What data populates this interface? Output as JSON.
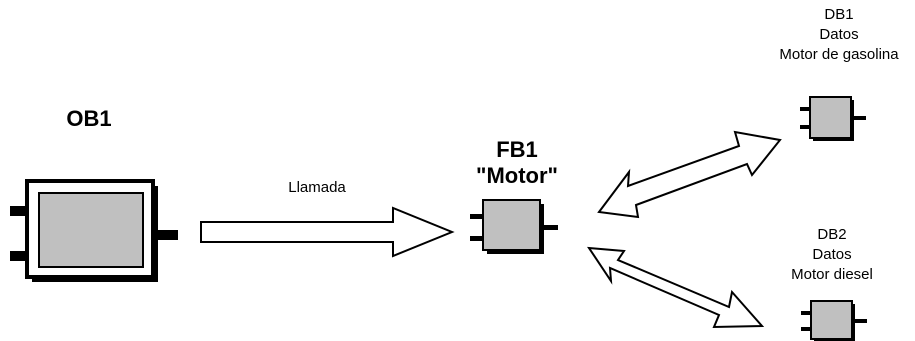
{
  "blocks": {
    "ob1": {
      "title": "OB1"
    },
    "fb1": {
      "title": "FB1",
      "subtitle": "\"Motor\""
    },
    "db1": {
      "line1": "DB1",
      "line2": "Datos",
      "line3": "Motor de gasolina"
    },
    "db2": {
      "line1": "DB2",
      "line2": "Datos",
      "line3": "Motor diesel"
    }
  },
  "arrows": {
    "call": {
      "label": "Llamada"
    }
  },
  "colors": {
    "block_fill": "#c0c0c0",
    "block_shadow": "#000000",
    "arrow_fill": "#ffffff",
    "stroke": "#000000"
  }
}
